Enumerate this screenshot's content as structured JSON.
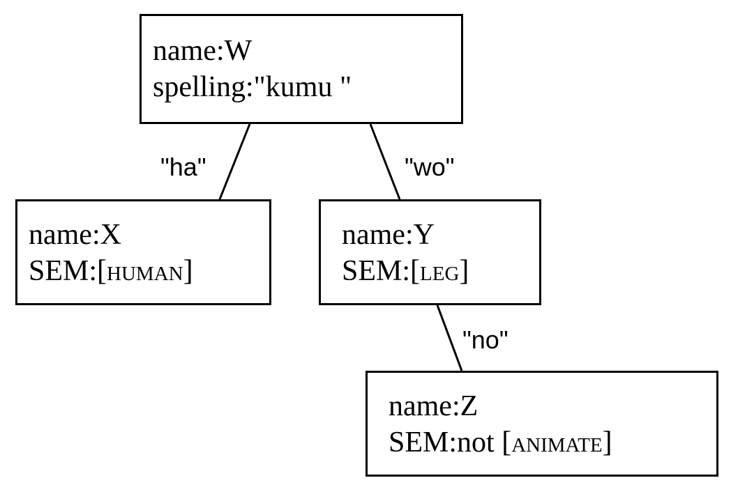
{
  "nodes": {
    "w": {
      "name_label": "name:W",
      "spelling_label": "spelling:\"kumu \""
    },
    "x": {
      "name_label": "name:X",
      "sem_prefix": "SEM:",
      "sem_value": "[human]"
    },
    "y": {
      "name_label": "name:Y",
      "sem_prefix": "SEM:",
      "sem_value": "[leg]"
    },
    "z": {
      "name_label": "name:Z",
      "sem_prefix": "SEM:not ",
      "sem_value": "[animate]"
    }
  },
  "edges": {
    "w_x": "\"ha\"",
    "w_y": "\"wo\"",
    "y_z": "\"no\""
  }
}
